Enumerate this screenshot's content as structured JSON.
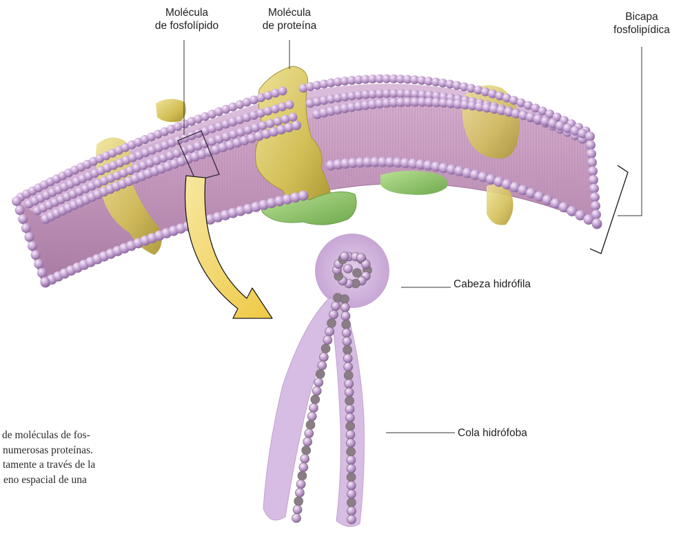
{
  "labels": {
    "phospholipid_molecule": [
      "Molécula",
      "de fosfolípido"
    ],
    "protein_molecule": [
      "Molécula",
      "de proteína"
    ],
    "bilayer": [
      "Bicapa",
      "fosfolipídica"
    ],
    "hydrophilic_head": "Cabeza hidrófila",
    "hydrophobic_tail": "Cola hidrófoba"
  },
  "caption_lines": [
    "de moléculas de fos-",
    "numerosas proteínas.",
    "tamente a través de la",
    "eno espacial de una"
  ],
  "colors": {
    "membrane_body": "#c79bc0",
    "head_sphere": "#c6a6d6",
    "protein": "#d8c55a",
    "peripheral_protein": "#8ec26a",
    "arrow": "#f3d55e",
    "tail_chain": "#8b7d85",
    "head_glow": "#d3b3dd"
  }
}
